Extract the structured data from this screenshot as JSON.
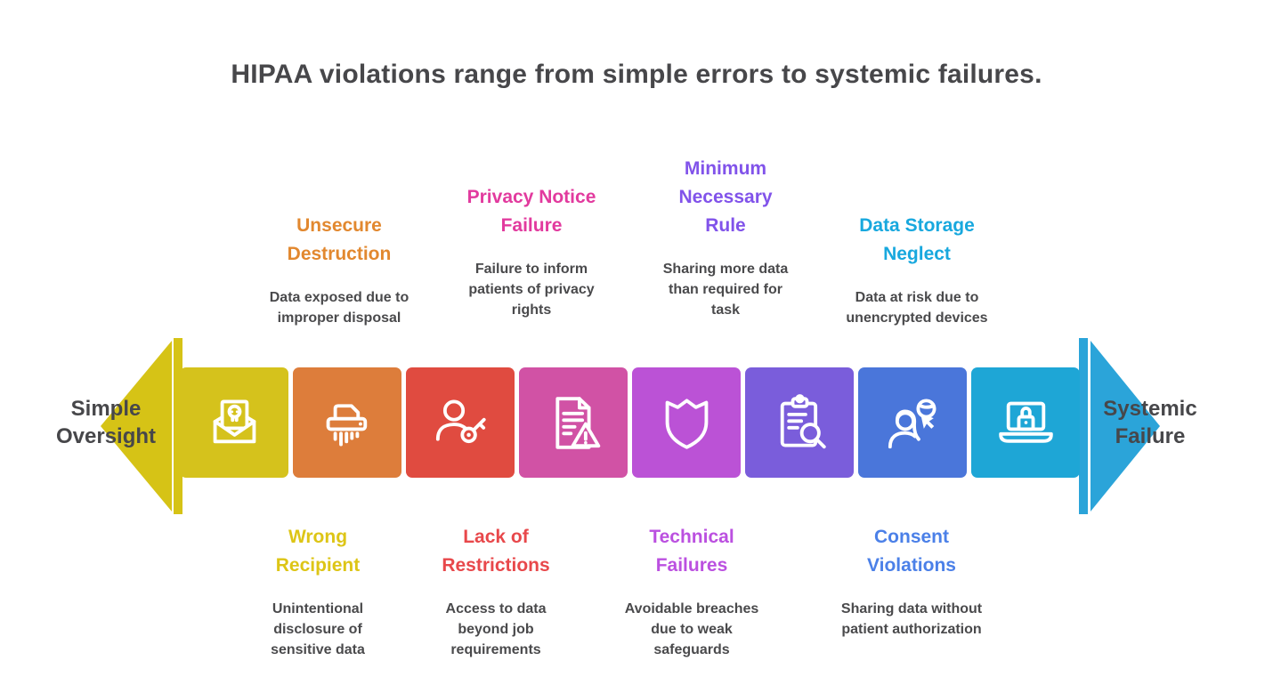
{
  "title": "HIPAA violations range from simple errors to systemic failures.",
  "colors": {
    "background": "#ffffff",
    "title_text": "#47474a",
    "description_text": "#4a4a4c"
  },
  "axis": {
    "left_label": "Simple\nOversight",
    "right_label": "Systemic\nFailure",
    "left_arrow_color": "#d6c316",
    "right_arrow_color": "#2ba4d9"
  },
  "top_items": [
    {
      "heading": "Unsecure\nDestruction",
      "description": "Data exposed due to\nimproper disposal",
      "color": "#e2882f"
    },
    {
      "heading": "Privacy Notice\nFailure",
      "description": "Failure to inform\npatients of privacy\nrights",
      "color": "#e23a9e"
    },
    {
      "heading": "Minimum\nNecessary\nRule",
      "description": "Sharing more data\nthan required for\ntask",
      "color": "#8153ea"
    },
    {
      "heading": "Data Storage\nNeglect",
      "description": "Data at risk due to\nunencrypted devices",
      "color": "#18a8de"
    }
  ],
  "bottom_items": [
    {
      "heading": "Wrong\nRecipient",
      "description": "Unintentional\ndisclosure of\nsensitive data",
      "color": "#ddc516"
    },
    {
      "heading": "Lack of\nRestrictions",
      "description": "Access to data\nbeyond job\nrequirements",
      "color": "#e8484b"
    },
    {
      "heading": "Technical\nFailures",
      "description": "Avoidable breaches\ndue to weak\nsafeguards",
      "color": "#bb50e0"
    },
    {
      "heading": "Consent\nViolations",
      "description": "Sharing data without\npatient authorization",
      "color": "#4b80e8"
    }
  ],
  "spectrum_boxes": [
    {
      "icon": "breach-letter-icon",
      "color": "#d5c21c"
    },
    {
      "icon": "shredder-icon",
      "color": "#dd7d3b"
    },
    {
      "icon": "user-key-icon",
      "color": "#e04b40"
    },
    {
      "icon": "document-warning-icon",
      "color": "#d152a5"
    },
    {
      "icon": "shield-icon",
      "color": "#bb52d6"
    },
    {
      "icon": "clipboard-search-icon",
      "color": "#7a5ddb"
    },
    {
      "icon": "patient-cursor-icon",
      "color": "#4a76da"
    },
    {
      "icon": "laptop-lock-icon",
      "color": "#1ea6d6"
    }
  ]
}
